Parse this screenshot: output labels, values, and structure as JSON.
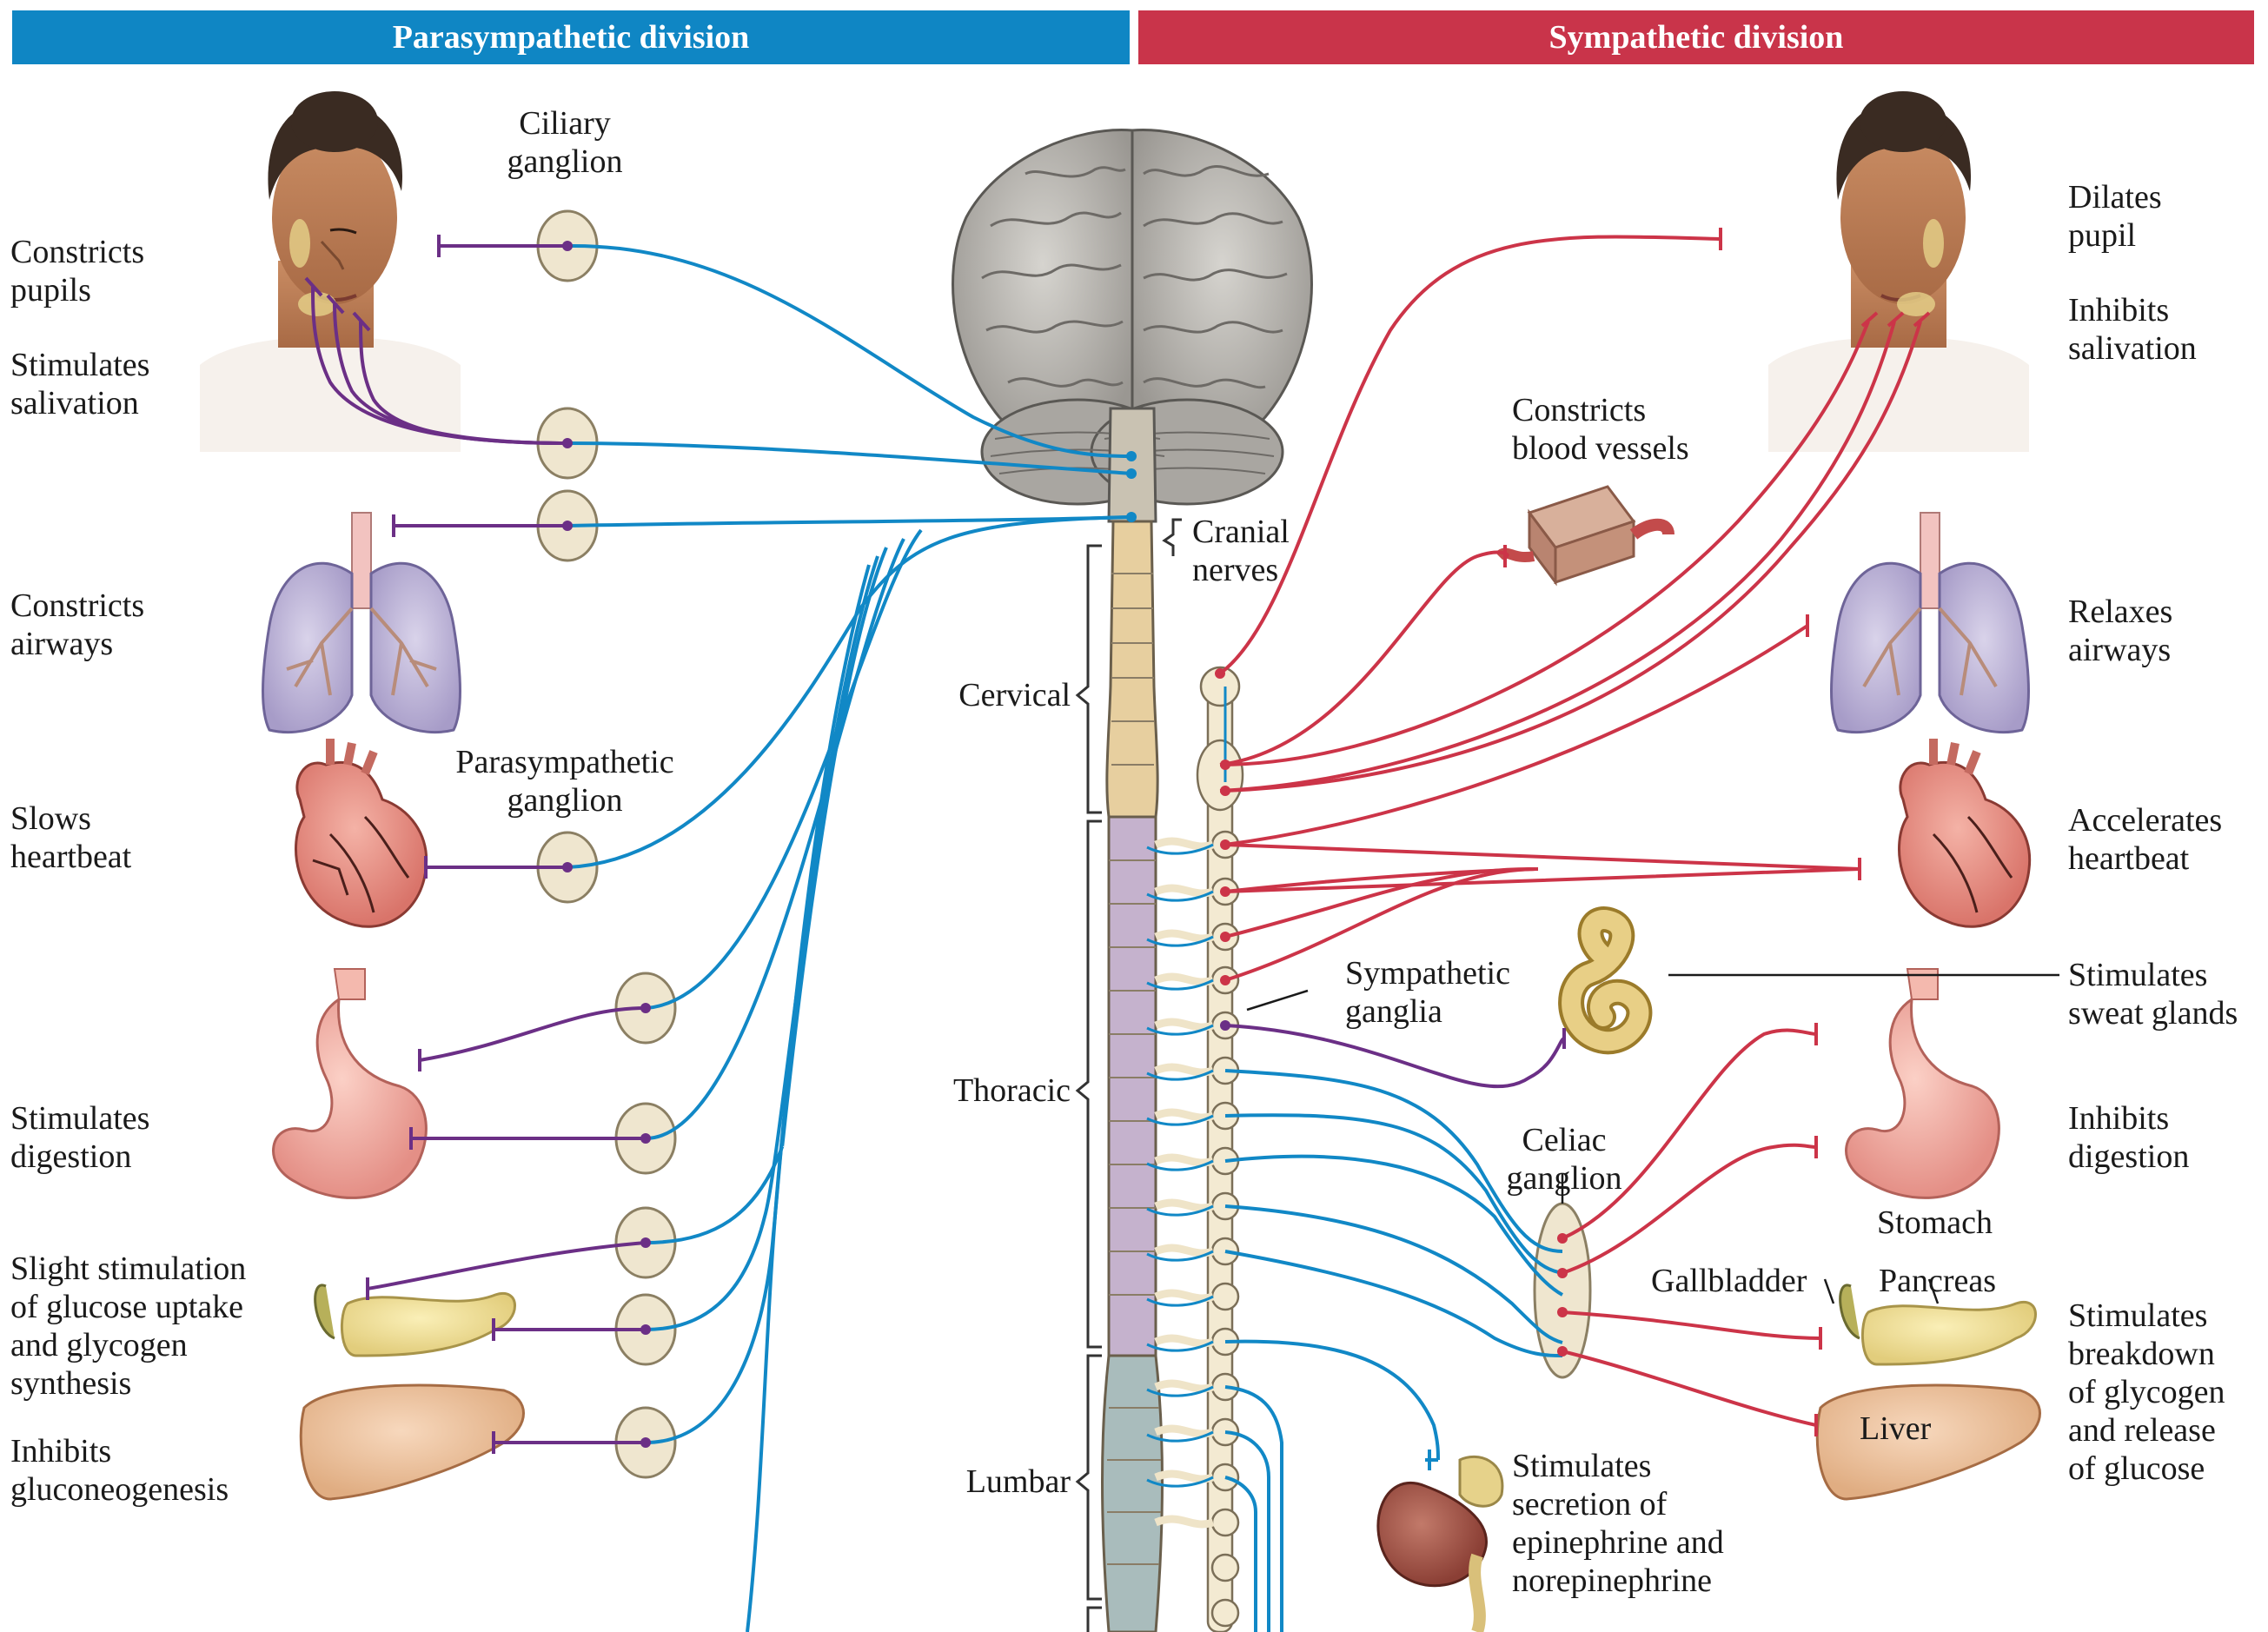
{
  "headers": {
    "parasympathetic": "Parasympathetic division",
    "sympathetic": "Sympathetic division"
  },
  "left_effects": {
    "pupils": "Constricts\npupils",
    "salivation": "Stimulates\nsalivation",
    "airways": "Constricts\nairways",
    "heart": "Slows\nheartbeat",
    "digestion": "Stimulates\ndigestion",
    "glucose": "Slight stimulation\nof glucose uptake\nand glycogen\nsynthesis",
    "gluconeogenesis": "Inhibits\ngluconeogenesis"
  },
  "right_effects": {
    "pupil": "Dilates\npupil",
    "salivation": "Inhibits\nsalivation",
    "airways": "Relaxes\nairways",
    "heart": "Accelerates\nheartbeat",
    "sweat": "Stimulates\nsweat glands",
    "digestion": "Inhibits\ndigestion",
    "glycogen": "Stimulates\nbreakdown\nof glycogen\nand release\nof glucose"
  },
  "structures": {
    "ciliary_ganglion": "Ciliary\nganglion",
    "parasympathetic_ganglion": "Parasympathetic\nganglion",
    "cranial_nerves": "Cranial\nnerves",
    "cervical": "Cervical",
    "thoracic": "Thoracic",
    "lumbar": "Lumbar",
    "sympathetic_ganglia": "Sympathetic\nganglia",
    "blood_vessels": "Constricts\nblood vessels",
    "celiac_ganglion": "Celiac\nganglion",
    "stomach": "Stomach",
    "gallbladder": "Gallbladder",
    "pancreas": "Pancreas",
    "liver": "Liver",
    "adrenal": "Stimulates\nsecretion of\nepinephrine and\nnorepinephrine"
  },
  "colors": {
    "parasympathetic_blue": "#1188c6",
    "sympathetic_red": "#cc3448",
    "postganglionic_purple": "#6b2f86"
  }
}
